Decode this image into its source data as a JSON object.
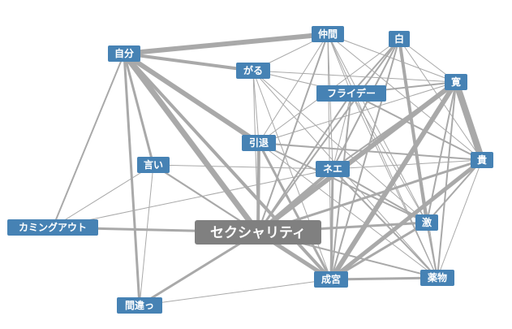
{
  "nodes": [
    {
      "id": "jibun",
      "label": "自分"
    },
    {
      "id": "nakama",
      "label": "仲間"
    },
    {
      "id": "shiro",
      "label": "白"
    },
    {
      "id": "garu",
      "label": "がる"
    },
    {
      "id": "friday",
      "label": "フライデー"
    },
    {
      "id": "hiroshi",
      "label": "寛"
    },
    {
      "id": "intai",
      "label": "引退"
    },
    {
      "id": "ii",
      "label": "言い"
    },
    {
      "id": "nee",
      "label": "ネエ"
    },
    {
      "id": "kisa",
      "label": "貴"
    },
    {
      "id": "comingout",
      "label": "カミングアウト"
    },
    {
      "id": "sexuality",
      "label": "セクシャリティ"
    },
    {
      "id": "geki",
      "label": "激"
    },
    {
      "id": "seikyu",
      "label": "成宮"
    },
    {
      "id": "yakubutsu",
      "label": "薬物"
    },
    {
      "id": "machigai",
      "label": "間違っ"
    }
  ],
  "colors": {
    "node": "#4682b4",
    "center_node": "#808080",
    "edge": "#a9a9a9",
    "text": "#ffffff"
  }
}
